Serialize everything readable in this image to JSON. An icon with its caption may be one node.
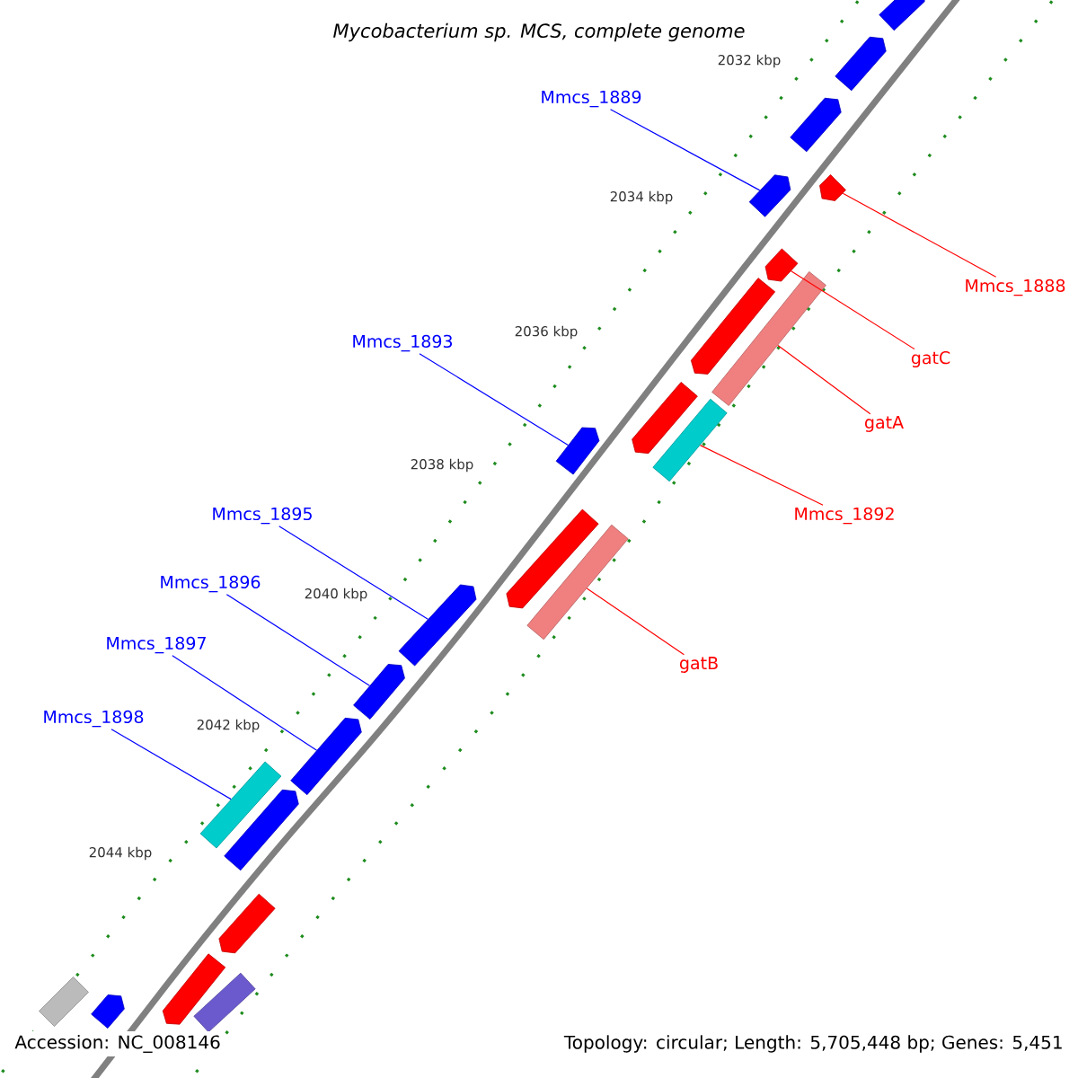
{
  "diagram": {
    "title": "Mycobacterium sp. MCS, complete genome",
    "nodes": [
      {
        "text": [
          "Mmcs_1889"
        ]
      },
      {
        "text": [],
        "shape": "arrow"
      },
      {
        "text": [
          "Mmcs_1888"
        ]
      },
      {
        "text": [],
        "shape": "arrow"
      },
      {
        "text": [
          "gatC"
        ]
      },
      {
        "text": [],
        "shape": "arrow"
      },
      {
        "text": [
          "Mmcs_1893"
        ]
      },
      {
        "text": [],
        "shape": "arrow"
      },
      {
        "text": [
          "gatA"
        ]
      },
      {
        "text": [],
        "shape": "bar"
      },
      {
        "text": [
          "Mmcs_1892"
        ]
      },
      {
        "text": [],
        "shape": "bar"
      },
      {
        "text": [
          "Mmcs_1895"
        ]
      },
      {
        "text": [],
        "shape": "arrow"
      },
      {
        "text": [
          "gatB"
        ]
      },
      {
        "text": [],
        "shape": "bar"
      },
      {
        "text": [
          "Mmcs_1896"
        ]
      },
      {
        "text": [],
        "shape": "arrow"
      },
      {
        "text": [
          "Mmcs_1897"
        ]
      },
      {
        "text": [],
        "shape": "arrow"
      },
      {
        "text": [
          "Mmcs_1898"
        ]
      },
      {
        "text": [],
        "shape": "bar"
      },
      {
        "text": [],
        "shape": "arrow"
      },
      {
        "text": [],
        "shape": "arrow"
      },
      {
        "text": [],
        "shape": "arrow"
      },
      {
        "text": [],
        "shape": "arrow"
      },
      {
        "text": [],
        "shape": "arrow"
      },
      {
        "text": [],
        "shape": "arrow"
      },
      {
        "text": [],
        "shape": "arrow"
      },
      {
        "text": [],
        "shape": "arrow"
      },
      {
        "text": [],
        "shape": "arrow"
      },
      {
        "text": [],
        "shape": "bar"
      },
      {
        "text": [],
        "shape": "bar"
      },
      {
        "text": [],
        "shape": "arrow"
      }
    ],
    "edges": [
      {
        "from": 0,
        "to": 1,
        "arrow": "none"
      },
      {
        "from": 2,
        "to": 3,
        "arrow": "none",
        "color": "#ff0000"
      },
      {
        "from": 4,
        "to": 5,
        "arrow": "none",
        "color": "#ff0000"
      },
      {
        "from": 6,
        "to": 7,
        "arrow": "none"
      },
      {
        "from": 8,
        "to": 9,
        "arrow": "none",
        "color": "#ff0000"
      },
      {
        "from": 10,
        "to": 11,
        "arrow": "none",
        "color": "#ff0000"
      },
      {
        "from": 12,
        "to": 13,
        "arrow": "none"
      },
      {
        "from": 14,
        "to": 15,
        "arrow": "none",
        "color": "#ff0000"
      },
      {
        "from": 16,
        "to": 17,
        "arrow": "none"
      },
      {
        "from": 18,
        "to": 19,
        "arrow": "none"
      },
      {
        "from": 20,
        "to": 21,
        "arrow": "none"
      }
    ],
    "labels": [
      "2032 kbp",
      "2034 kbp",
      "2036 kbp",
      "2038 kbp",
      "2040 kbp",
      "2042 kbp",
      "2044 kbp",
      "Accession: NC_008146",
      "Topology: circular; Length: 5,705,448 bp; Genes: 5,451"
    ]
  }
}
